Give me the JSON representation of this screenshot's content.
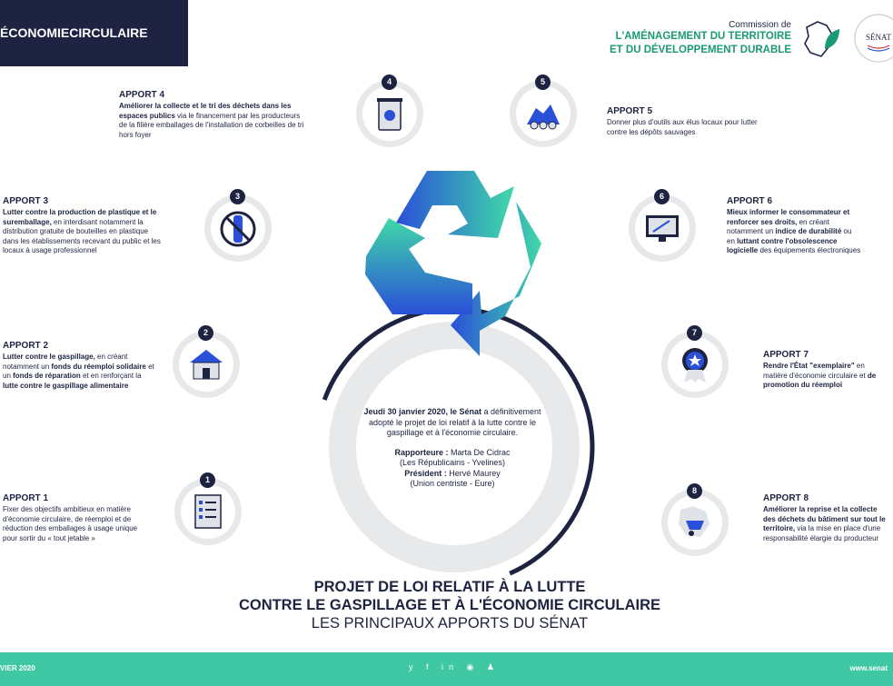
{
  "header": {
    "hashtag": "ÉCONOMIECIRCULAIRE",
    "commission_line1": "Commission de",
    "commission_line2": "L'AMÉNAGEMENT DU TERRITOIRE",
    "commission_line3": "ET DU DÉVELOPPEMENT DURABLE",
    "senat_logo_text": "SÉNAT"
  },
  "apports": {
    "a1": {
      "title": "APPORT 1",
      "number": "1",
      "text": "Fixer des objectifs ambitieux en matière d'économie circulaire, de réemploi et de réduction des emballages à usage unique pour sortir du « tout jetable »"
    },
    "a2": {
      "title": "APPORT 2",
      "number": "2",
      "text_bold1": "Lutter contre le gaspillage,",
      "text_reg1": " en créant notamment un ",
      "text_bold2": "fonds du réemploi solidaire",
      "text_reg2": " et un ",
      "text_bold3": "fonds de réparation",
      "text_reg3": " et en renforçant la ",
      "text_bold4": "lutte contre le gaspillage alimentaire"
    },
    "a3": {
      "title": "APPORT 3",
      "number": "3",
      "text_bold": "Lutter contre la production de plastique et le suremballage,",
      "text_reg": " en interdisant notamment la distribution gratuite de bouteilles en plastique dans les établissements recevant du public et les locaux à usage professionnel"
    },
    "a4": {
      "title": "APPORT 4",
      "number": "4",
      "text_bold": "Améliorer la collecte et le tri des déchets dans les espaces publics",
      "text_reg": " via le financement par les producteurs de la filière emballages de l'installation de corbeilles de tri hors foyer"
    },
    "a5": {
      "title": "APPORT 5",
      "number": "5",
      "text": "Donner plus d'outils aux élus locaux pour lutter contre les dépôts sauvages"
    },
    "a6": {
      "title": "APPORT 6",
      "number": "6",
      "text_bold1": "Mieux informer le consommateur et renforcer ses droits,",
      "text_reg1": " en créant notamment un ",
      "text_bold2": "indice de durabilité",
      "text_reg2": " ou en ",
      "text_bold3": "luttant contre l'obsolescence logicielle",
      "text_reg3": " des équipements électroniques"
    },
    "a7": {
      "title": "APPORT 7",
      "number": "7",
      "text_bold1": "Rendre l'État \"exemplaire\"",
      "text_reg1": " en matière d'économie circulaire et ",
      "text_bold2": "de promotion du réemploi"
    },
    "a8": {
      "title": "APPORT 8",
      "number": "8",
      "text_bold": "Améliorer la reprise et la collecte des déchets du bâtiment sur tout le territoire,",
      "text_reg": " via la mise en place d'une responsabilité élargie du producteur"
    }
  },
  "center": {
    "line1_bold": "Jeudi 30 janvier 2020, le Sénat",
    "line2": " a définitivement adopté le projet de loi relatif à la lutte contre le gaspillage et à l'économie circulaire.",
    "rapporteur_label": "Rapporteure :",
    "rapporteur_name": " Marta De Cidrac",
    "rapporteur_group": "(Les Républicains - Yvelines)",
    "president_label": "Président :",
    "president_name": " Hervé Maurey",
    "president_group": "(Union centriste - Eure)"
  },
  "title": {
    "line1": "PROJET DE LOI RELATIF À LA LUTTE",
    "line2": "CONTRE LE GASPILLAGE ET À L'ÉCONOMIE CIRCULAIRE",
    "line3": "LES PRINCIPAUX APPORTS DU SÉNAT"
  },
  "footer": {
    "date": "VIER 2020",
    "social": "y f in ◉ ♟",
    "website": "www.senat"
  },
  "colors": {
    "navy": "#1d2340",
    "green": "#1a9a74",
    "teal": "#3fc8a3",
    "blue": "#2a4fd8"
  }
}
